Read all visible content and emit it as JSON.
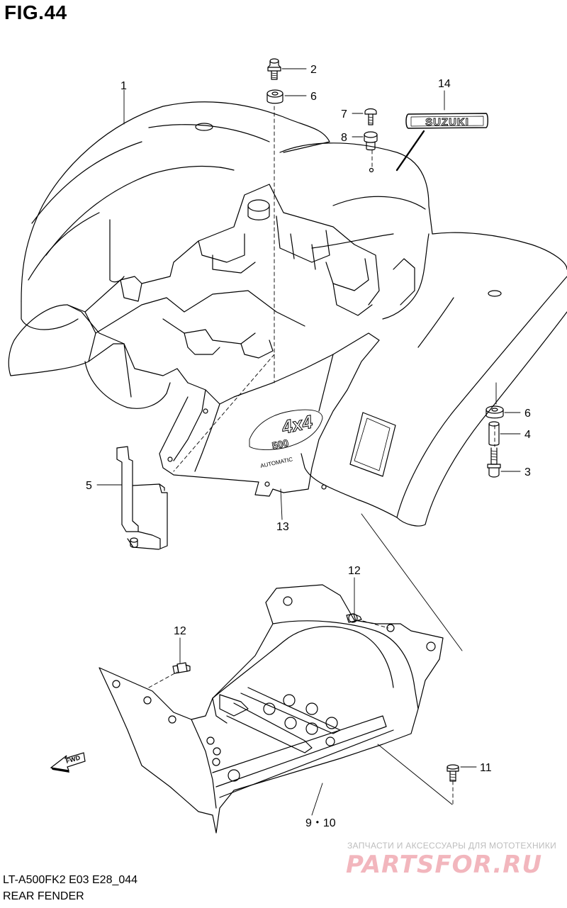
{
  "figure": {
    "title": "FIG.44"
  },
  "callouts": {
    "c1": "1",
    "c2": "2",
    "c3": "3",
    "c4": "4",
    "c5": "5",
    "c6a": "6",
    "c6b": "6",
    "c7": "7",
    "c8": "8",
    "c9_10": "9・10",
    "c11": "11",
    "c12a": "12",
    "c12b": "12",
    "c13": "13",
    "c14": "14"
  },
  "decals": {
    "brand": "SUZUKI",
    "badge_top": "4x4",
    "badge_mid": "500",
    "badge_bottom": "AUTOMATIC"
  },
  "arrow": {
    "label": "FWD"
  },
  "footer": {
    "model_code": "LT-A500FK2 E03 E28_044",
    "section_name": "REAR FENDER"
  },
  "watermark": {
    "tagline": "ЗАПЧАСТИ И АКСЕССУАРЫ ДЛЯ МОТОТЕХНИКИ",
    "logo": "PARTSFOR.RU"
  },
  "colors": {
    "line": "#000000",
    "watermark_logo": "#f2b6bd",
    "watermark_text": "#bdbdbd"
  }
}
